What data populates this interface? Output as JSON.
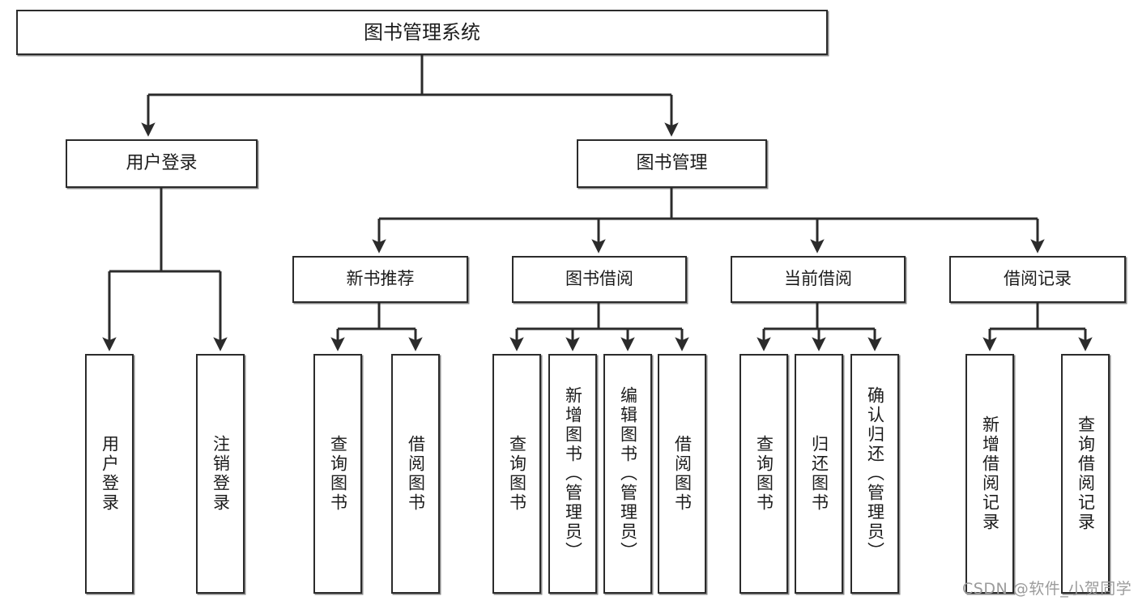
{
  "diagram": {
    "title": "图书管理系统",
    "type": "tree",
    "watermark": "CSDN @软件_小贺同学",
    "colors": {
      "stroke": "#2b2b2b",
      "fill": "#ffffff",
      "text": "#1c1c1c",
      "watermark": "#9b9b9b"
    },
    "root": {
      "label": "图书管理系统"
    },
    "level2": [
      {
        "label": "用户登录"
      },
      {
        "label": "图书管理"
      }
    ],
    "level3": [
      {
        "label": "新书推荐"
      },
      {
        "label": "图书借阅"
      },
      {
        "label": "当前借阅"
      },
      {
        "label": "借阅记录"
      }
    ],
    "leaves": {
      "user_login": [
        {
          "label": "用户登录"
        },
        {
          "label": "注销登录"
        }
      ],
      "new_book_recommend": [
        {
          "label": "查询图书"
        },
        {
          "label": "借阅图书"
        }
      ],
      "book_borrow": [
        {
          "label": "查询图书"
        },
        {
          "label": "新增图书（管理员）"
        },
        {
          "label": "编辑图书（管理员）"
        },
        {
          "label": "借阅图书"
        }
      ],
      "current_borrow": [
        {
          "label": "查询图书"
        },
        {
          "label": "归还图书"
        },
        {
          "label": "确认归还（管理员）"
        }
      ],
      "borrow_record": [
        {
          "label": "新增借阅记录"
        },
        {
          "label": "查询借阅记录"
        }
      ]
    }
  }
}
